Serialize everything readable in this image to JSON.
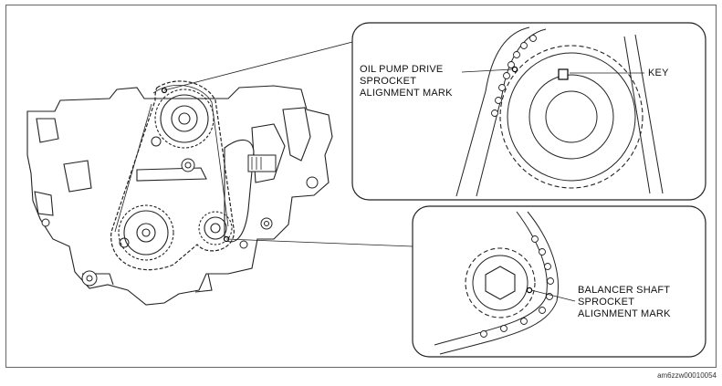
{
  "callouts": {
    "oil_pump": [
      "OIL PUMP DRIVE",
      "SPROCKET",
      "ALIGNMENT MARK"
    ],
    "key": "KEY",
    "balancer": [
      "BALANCER SHAFT",
      "SPROCKET",
      "ALIGNMENT MARK"
    ]
  },
  "figure_code": "am6zzw00010054"
}
